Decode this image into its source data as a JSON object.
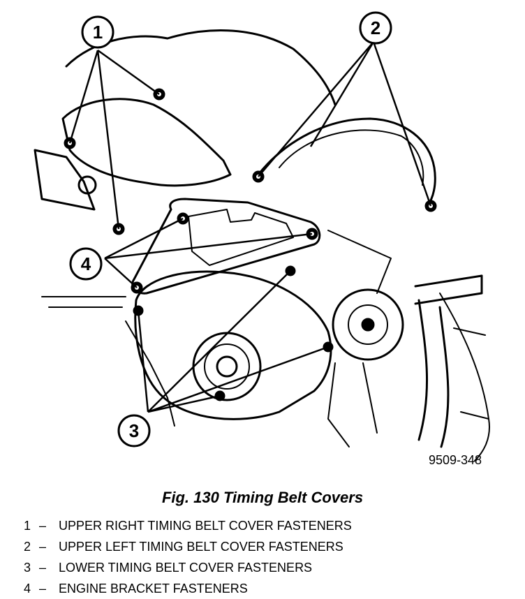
{
  "figure": {
    "id_label": "9509-348",
    "callouts": [
      "1",
      "2",
      "3",
      "4"
    ]
  },
  "caption": "Fig. 130 Timing Belt Covers",
  "legend": [
    {
      "number": "1",
      "separator": "–",
      "text": "UPPER RIGHT TIMING BELT COVER FASTENERS"
    },
    {
      "number": "2",
      "separator": "–",
      "text": "UPPER LEFT TIMING BELT COVER FASTENERS"
    },
    {
      "number": "3",
      "separator": "–",
      "text": "LOWER TIMING BELT COVER FASTENERS"
    },
    {
      "number": "4",
      "separator": "–",
      "text": "ENGINE BRACKET FASTENERS"
    }
  ]
}
